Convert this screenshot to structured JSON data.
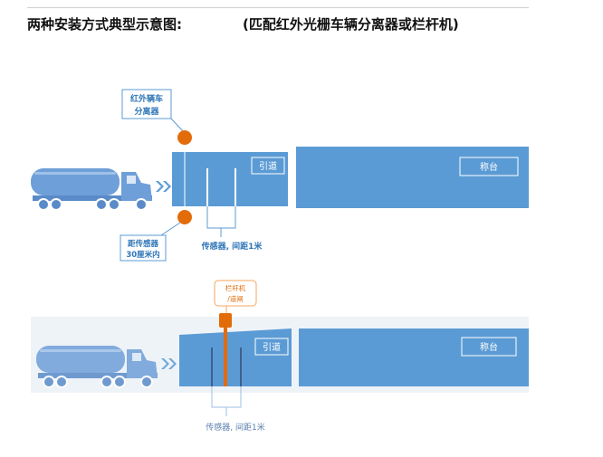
{
  "title": "两种安装方式典型示意图:",
  "subtitle": "(匹配红外光栅车辆分离器或栏杆机)",
  "diagram_top": {
    "separator_label_line1": "红外辆车",
    "separator_label_line2": "分离器",
    "distance_label_line1": "距传感器",
    "distance_label_line2": "30厘米内",
    "lane_label": "引道",
    "scale_label": "称台",
    "sensor_label": "传感器, 间距1米"
  },
  "diagram_bottom": {
    "barrier_label_line1": "栏杆机",
    "barrier_label_line2": "/道闸",
    "lane_label": "引道",
    "scale_label": "称台",
    "sensor_label": "传感器, 间距1米"
  },
  "colors": {
    "road_blue": "#5b9bd5",
    "truck_blue": "#6f9fd8",
    "orange": "#e36c0a",
    "label_border": "#5b9bd5",
    "label_text": "#2e75b6"
  }
}
